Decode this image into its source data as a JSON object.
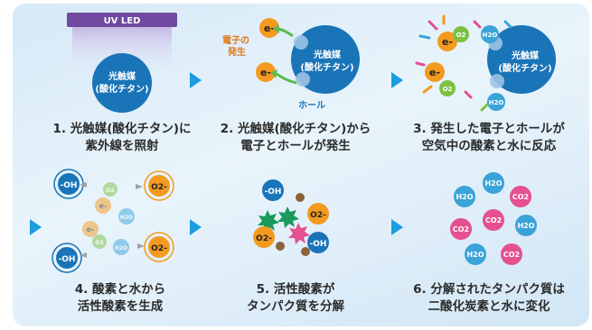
{
  "colors": {
    "arrow": "#1b9be0",
    "catalyst": "#1a74b8",
    "electron": "#f39a1f",
    "hole_arrow": "#5cbc4c",
    "oxygen": "#7bc143",
    "water": "#3aa3d8",
    "co2": "#e5508f",
    "uv_led": "#6f4aa0",
    "text": "#2b2b2b"
  },
  "labels": {
    "uv_led": "UV LED",
    "catalyst_line1": "光触媒",
    "catalyst_line2": "(酸化チタン)",
    "electron": "e-",
    "electron_origin_line1": "電子の",
    "electron_origin_line2": "発生",
    "hole": "ホール",
    "o2": "O2",
    "h2o": "H2O",
    "oh_radical": "-OH",
    "superoxide": "O2-",
    "co2": "CO2"
  },
  "steps": [
    {
      "line1": "1. 光触媒(酸化チタン)に",
      "line2": "紫外線を照射"
    },
    {
      "line1": "2. 光触媒(酸化チタン)から",
      "line2": "電子とホールが発生"
    },
    {
      "line1": "3. 発生した電子とホールが",
      "line2": "空気中の酸素と水に反応"
    },
    {
      "line1": "4. 酸素と水から",
      "line2": "活性酸素を生成"
    },
    {
      "line1": "5. 活性酸素が",
      "line2": "タンパク質を分解"
    },
    {
      "line1": "6. 分解されたタンパク質は",
      "line2": "二酸化炭素と水に変化"
    }
  ]
}
